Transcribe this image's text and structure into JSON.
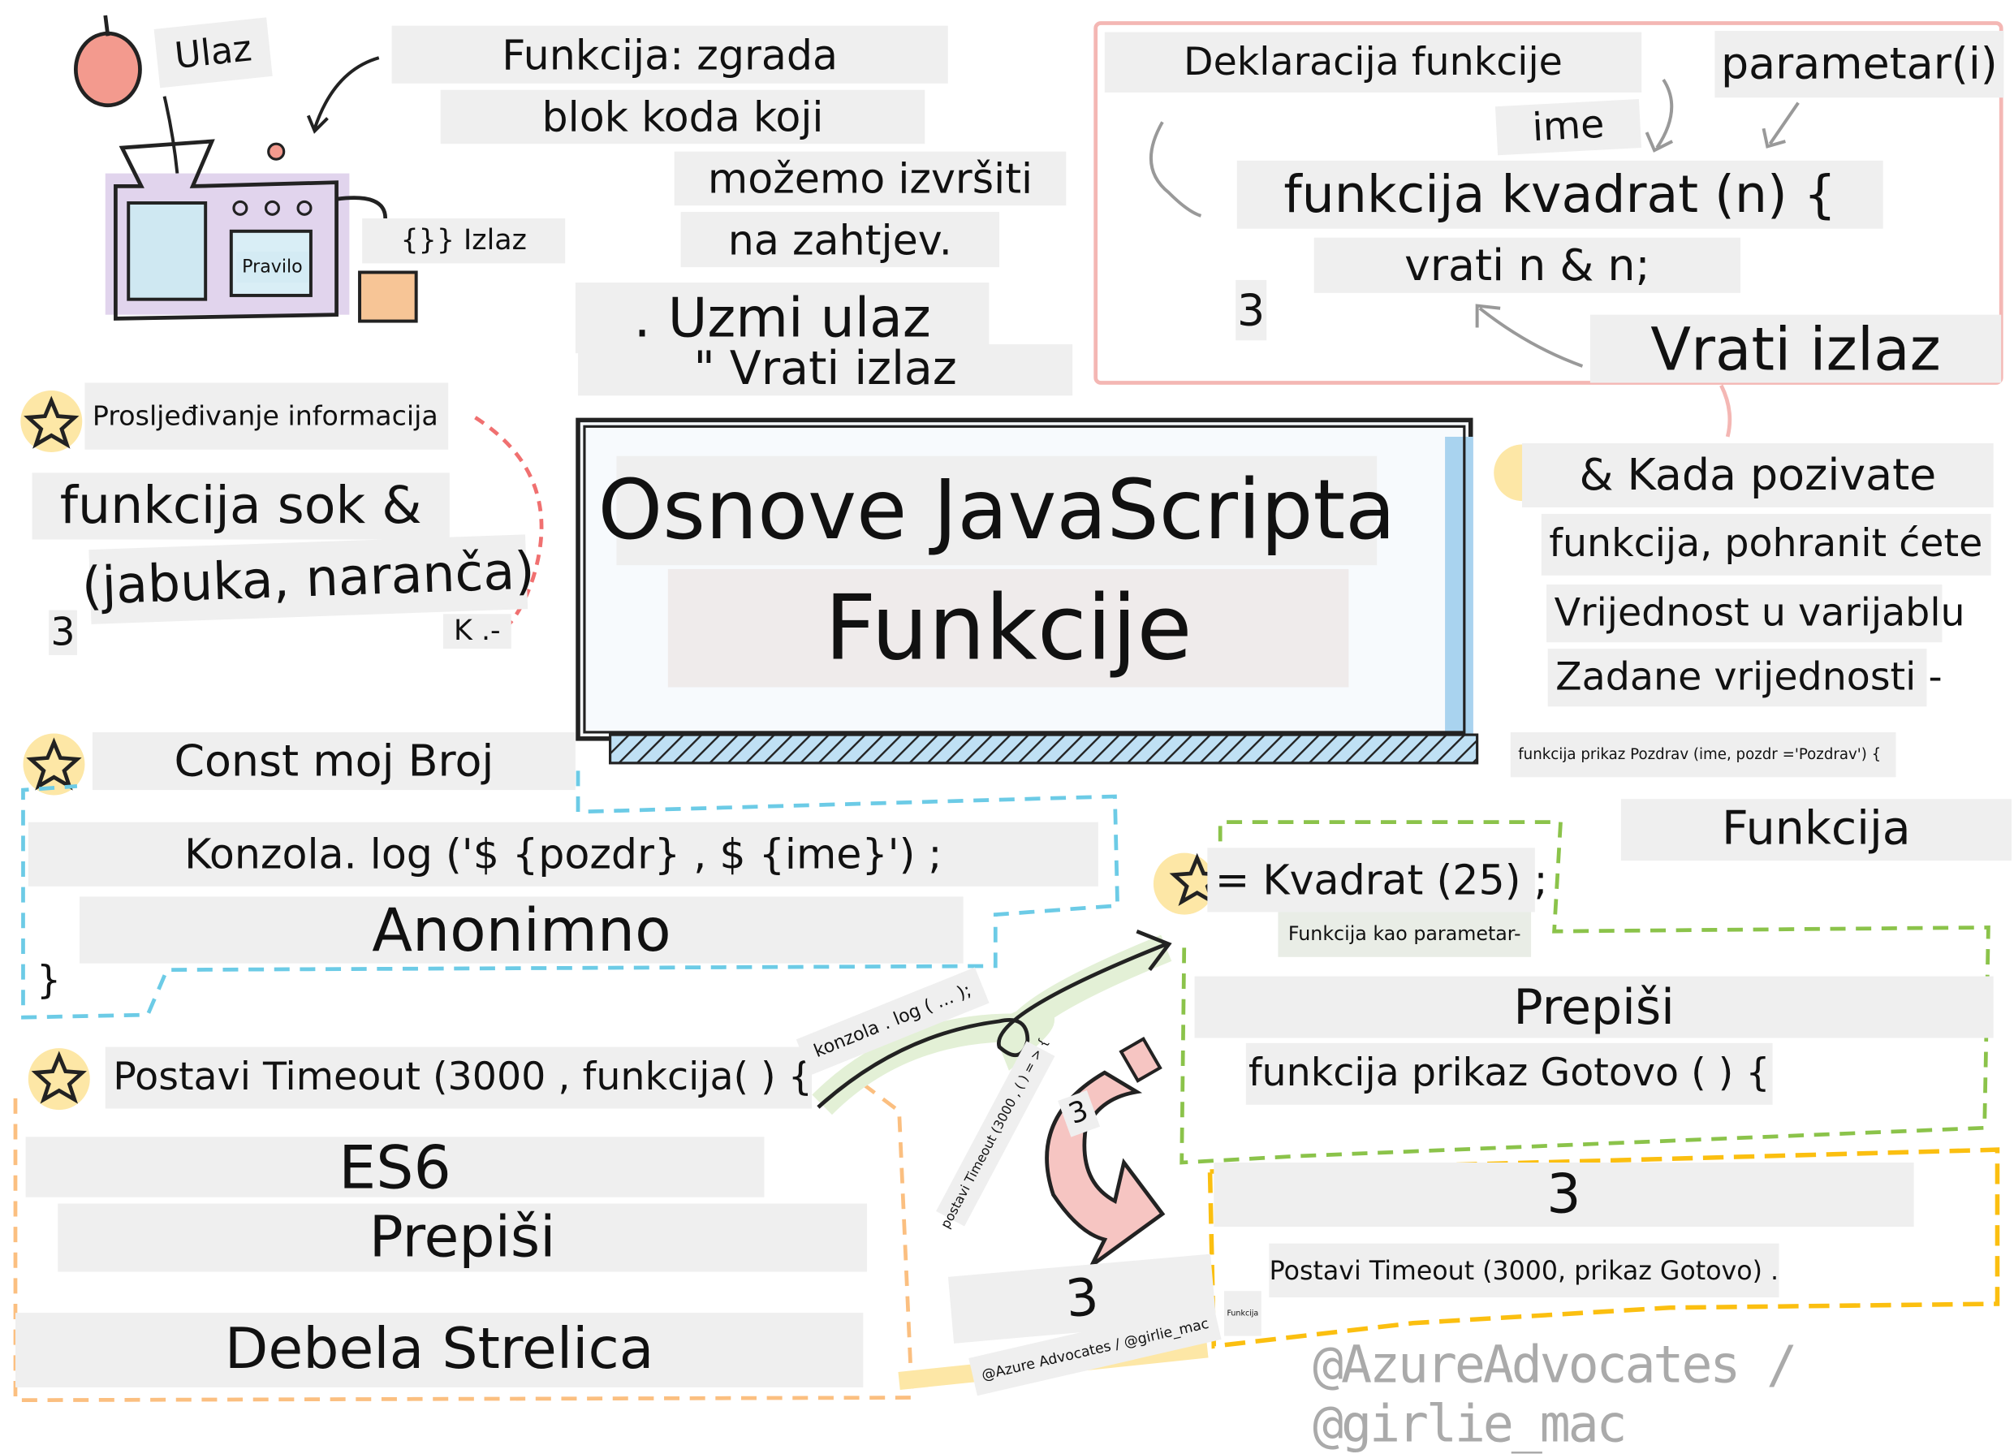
{
  "top_left": {
    "input_label": "Ulaz",
    "definition_1": "Funkcija: zgrada",
    "definition_2": "blok koda koji",
    "definition_3": "možemo izvršiti",
    "definition_4": "na zahtjev.",
    "take_input": ". Uzmi ulaz",
    "return_output": "\" Vrati izlaz",
    "machine_label": "Pravilo",
    "output_label": "{}} Izlaz"
  },
  "passing": {
    "heading": "Prosljeđivanje informacija",
    "code_1": "funkcija sok &",
    "code_2": "(jabuka, naranča)",
    "brace": "3",
    "note": "K .-"
  },
  "title": {
    "line1": "Osnove JavaScripta",
    "line2": "Funkcije"
  },
  "declaration": {
    "heading": "Deklaracija funkcije",
    "name_label": "ime",
    "params_label": "parametar(i)",
    "code_1": "funkcija kvadrat (n) {",
    "code_2": "vrati n & n;",
    "brace": "3",
    "return_label": "Vrati izlaz"
  },
  "calling": {
    "line1": "& Kada pozivate",
    "line2": "funkcija, pohranit ćete",
    "line3": "Vrijednost u varijablu",
    "line4": "Zadane vrijednosti -",
    "code": "funkcija prikaz Pozdrav (ime, pozdr ='Pozdrav') {",
    "label": "Funkcija"
  },
  "const_section": {
    "heading": "Const moj Broj",
    "code": "Konzola. log ('$ {pozdr} , $ {ime}') ;",
    "anon": "Anonimno",
    "brace": "}"
  },
  "param_section": {
    "code": "= Kvadrat (25) ;",
    "label": "Funkcija kao parametar-",
    "rewrite": "Prepiši",
    "code_2": "funkcija prikaz Gotovo ( ) {"
  },
  "timeout_section": {
    "brace": "3",
    "code": "Postavi Timeout (3000, prikaz Gotovo) .",
    "tiny": "Funkcija"
  },
  "es6_section": {
    "heading": "Postavi Timeout (3000 , funkcija( ) {",
    "es6": "ES6",
    "rewrite": "Prepiši",
    "fat_arrow": "Debela Strelica"
  },
  "arrow_notes": {
    "console": "konzola . log ( ... );",
    "timeout": "postavi Timeout (3000 , ( ) = > {",
    "curl_number": "3",
    "big_number": "3",
    "credit_small": "@Azure Advocates / @girlie_mac"
  },
  "credit": "@AzureAdvocates / @girlie_mac",
  "colors": {
    "red_box": "#f4b7b4",
    "blue_dash": "#6ccbe6",
    "green_dash": "#8bc34a",
    "yellow_dash": "#fbbf10",
    "orange_dash": "#fbbf80",
    "pink_dash": "#f07070"
  }
}
